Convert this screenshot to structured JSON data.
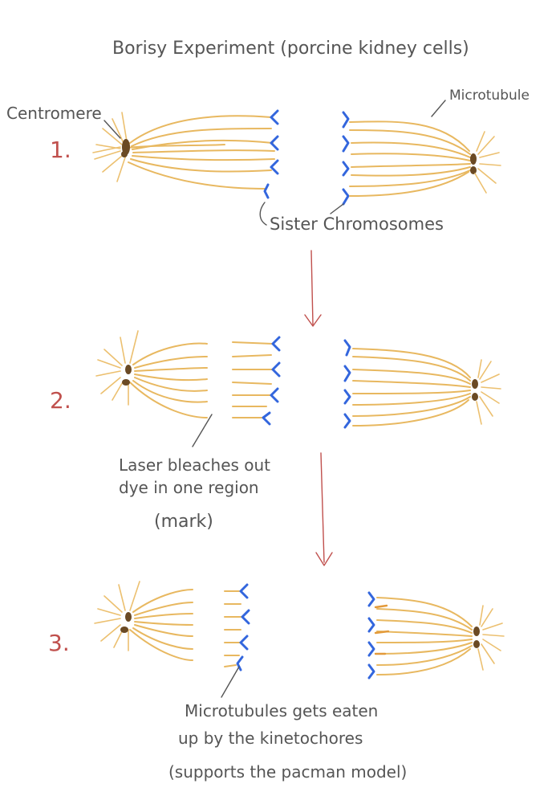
{
  "title": "Borisy Experiment (porcine kidney cells)",
  "labels": {
    "centromere": "Centromere",
    "microtubule": "Microtubule",
    "sister_chromosomes": "Sister Chromosomes",
    "laser_line1": "Laser bleaches out",
    "laser_line2": "dye in one region",
    "laser_line3": "(mark)",
    "eaten_line1": "Microtubules gets eaten",
    "eaten_line2": "up by the kinetochores",
    "eaten_line3": "(supports the pacman model)"
  },
  "steps": [
    "1.",
    "2.",
    "3."
  ],
  "colors": {
    "microtubule": "#e8b860",
    "kinetochore": "#3366dd",
    "centrosome": "#6b4a24",
    "step_number": "#c0504d",
    "arrow": "#c0504d",
    "text": "#555555"
  }
}
